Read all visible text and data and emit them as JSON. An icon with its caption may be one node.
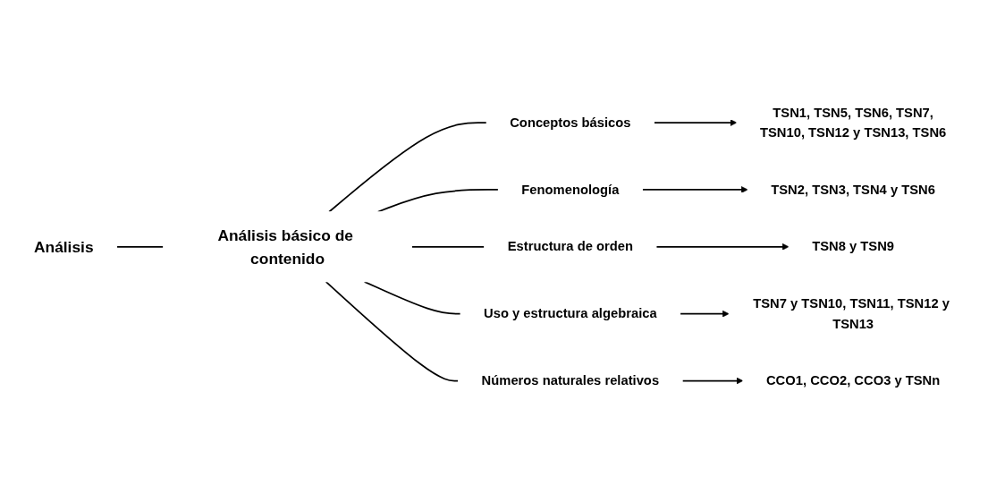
{
  "diagram": {
    "nodes": [
      {
        "text": [
          "Análisis"
        ]
      },
      {
        "text": [
          "Análisis básico de contenido"
        ]
      },
      {
        "text": [
          "Conceptos básicos"
        ]
      },
      {
        "text": [
          "Fenomenología"
        ]
      },
      {
        "text": [
          "Estructura de orden"
        ]
      },
      {
        "text": [
          "Uso y estructura algebraica"
        ]
      },
      {
        "text": [
          "Números naturales relativos"
        ]
      },
      {
        "text": [
          "TSN1, TSN5, TSN6, TSN7,",
          "TSN10, TSN12 y TSN13, TSN6"
        ]
      },
      {
        "text": [
          "TSN2, TSN3, TSN4 y TSN6"
        ]
      },
      {
        "text": [
          "TSN8 y TSN9"
        ]
      },
      {
        "text": [
          "TSN7 y TSN10, TSN11, TSN12 y TSN13"
        ]
      },
      {
        "text": [
          "CCO1, CCO2, CCO3 y TSNn"
        ]
      }
    ],
    "edges": [
      {
        "from": 0,
        "to": 1,
        "arrow": "none"
      },
      {
        "from": 1,
        "to": 2,
        "arrow": "none"
      },
      {
        "from": 1,
        "to": 3,
        "arrow": "none"
      },
      {
        "from": 1,
        "to": 4,
        "arrow": "none"
      },
      {
        "from": 1,
        "to": 5,
        "arrow": "none"
      },
      {
        "from": 1,
        "to": 6,
        "arrow": "none"
      },
      {
        "from": 2,
        "to": 7,
        "arrow": "to"
      },
      {
        "from": 3,
        "to": 8,
        "arrow": "to"
      },
      {
        "from": 4,
        "to": 9,
        "arrow": "to"
      },
      {
        "from": 5,
        "to": 10,
        "arrow": "to"
      },
      {
        "from": 6,
        "to": 11,
        "arrow": "to"
      }
    ]
  }
}
